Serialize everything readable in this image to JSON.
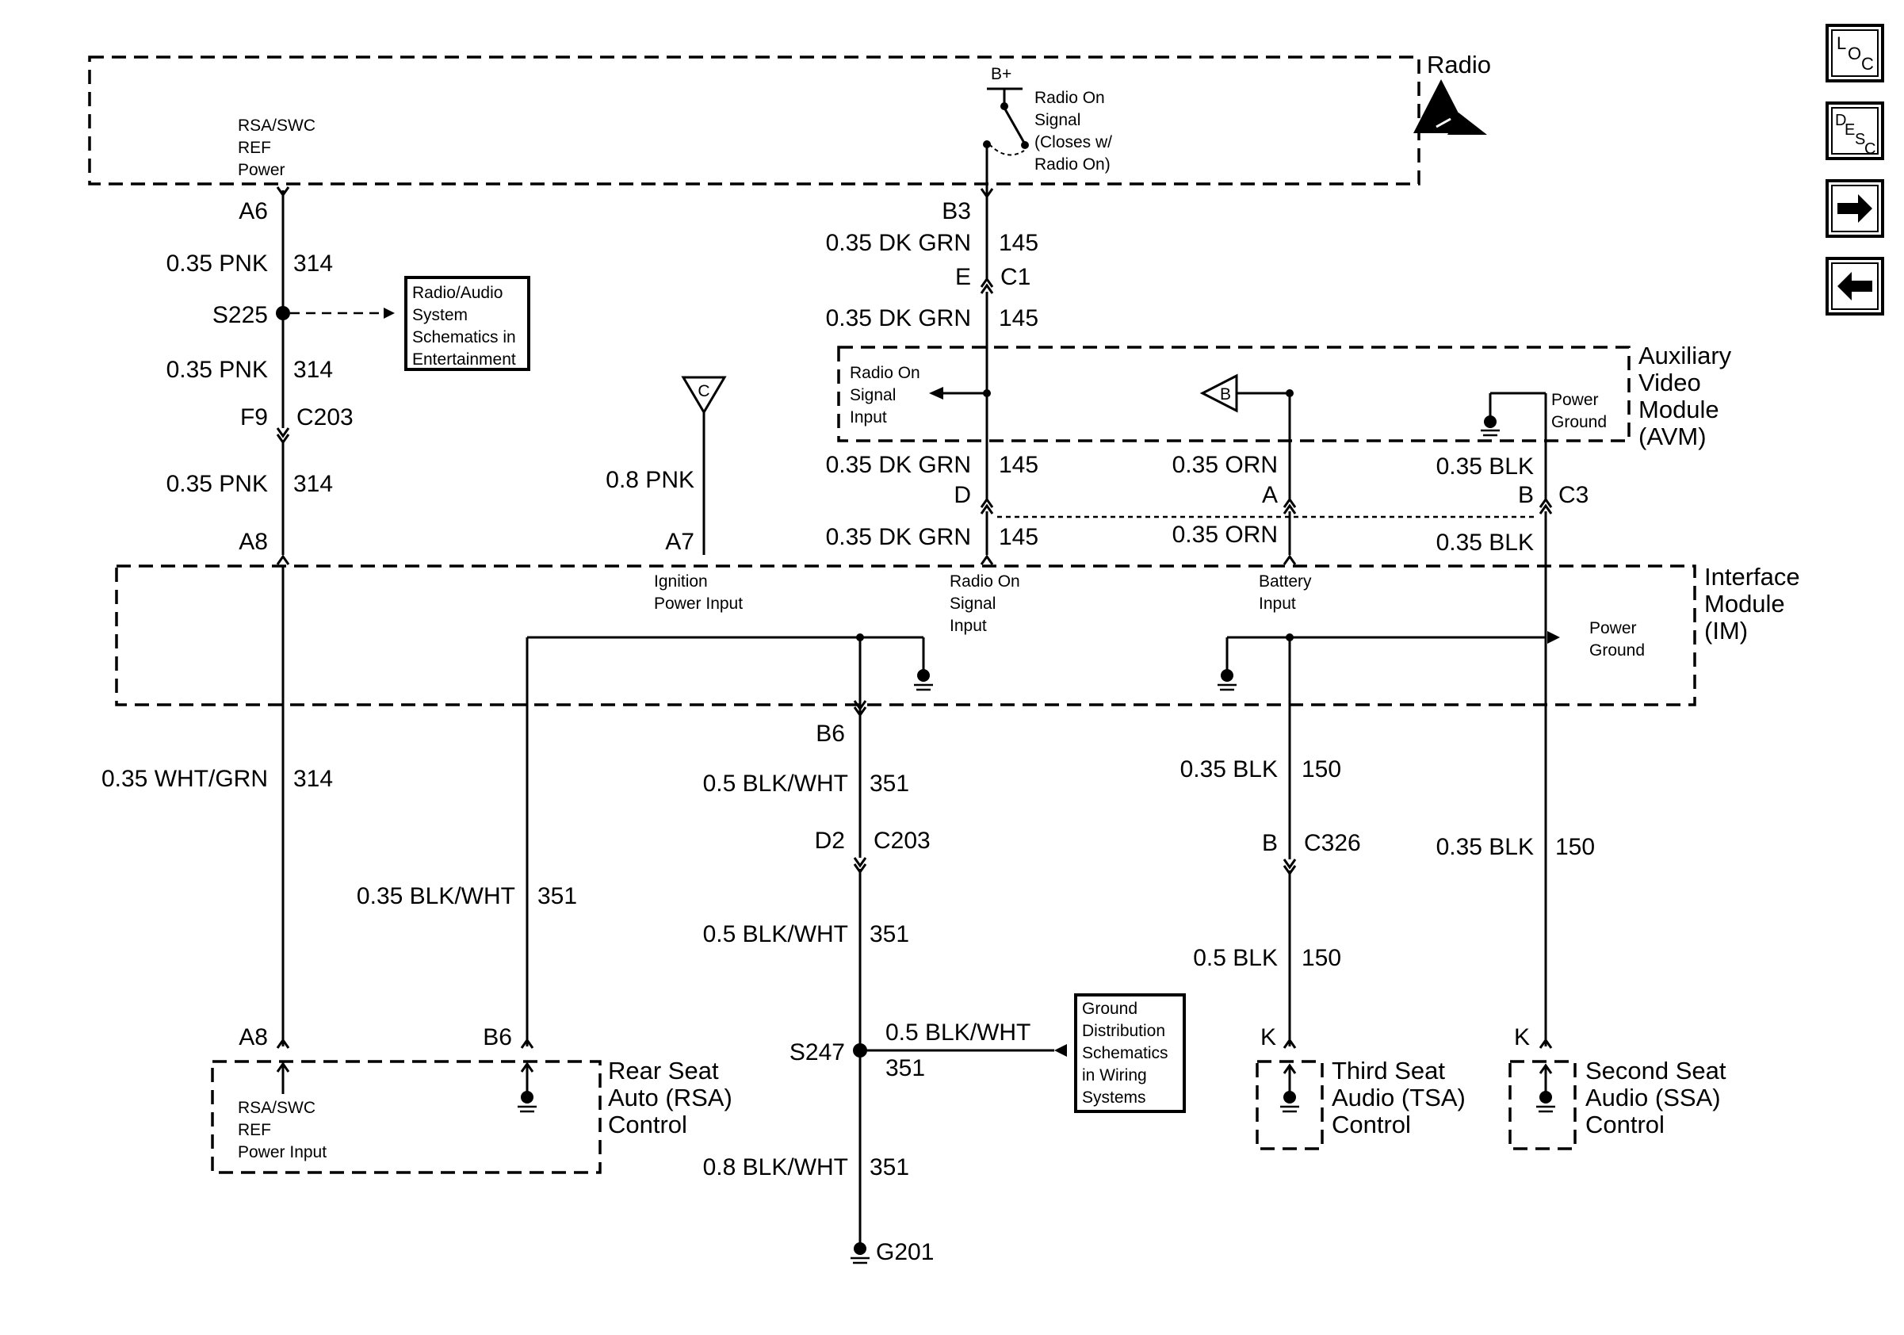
{
  "modules": {
    "radio": "Radio",
    "avm": [
      "Auxiliary",
      "Video",
      "Module",
      "(AVM)"
    ],
    "im": [
      "Interface",
      "Module",
      "(IM)"
    ],
    "rsa": [
      "Rear Seat",
      "Auto (RSA)",
      "Control"
    ],
    "tsa": [
      "Third Seat",
      "Audio (TSA)",
      "Control"
    ],
    "ssa": [
      "Second Seat",
      "Audio (SSA)",
      "Control"
    ]
  },
  "internal_labels": {
    "rsa_swc_ref_power": [
      "RSA/SWC",
      "REF",
      "Power"
    ],
    "b_plus": "B+",
    "radio_on_signal_switch": [
      "Radio On",
      "Signal",
      "(Closes w/",
      "Radio On)"
    ],
    "avm_radio_on_input": [
      "Radio On",
      "Signal",
      "Input"
    ],
    "avm_power_ground": [
      "Power",
      "Ground"
    ],
    "im_ignition_power_input": [
      "Ignition",
      "Power Input"
    ],
    "im_radio_on_input": [
      "Radio On",
      "Signal",
      "Input"
    ],
    "im_battery_input": [
      "Battery",
      "Input"
    ],
    "im_power_ground": [
      "Power",
      "Ground"
    ],
    "rsa_ref_power_input": [
      "RSA/SWC",
      "REF",
      "Power Input"
    ]
  },
  "references": {
    "radio_audio": [
      "Radio/Audio",
      "System",
      "Schematics in",
      "Entertainment"
    ],
    "ground_distribution": [
      "Ground",
      "Distribution",
      "Schematics",
      "in Wiring",
      "Systems"
    ]
  },
  "offpage": {
    "c": "C",
    "b": "B"
  },
  "terminals": {
    "radio_a6": "A6",
    "radio_b3": "B3",
    "c1_e": "E",
    "c1_name": "C1",
    "s225": "S225",
    "c203_f9": "F9",
    "c203_name": "C203",
    "im_a8": "A8",
    "im_a7": "A7",
    "c3_d": "D",
    "c3_a": "A",
    "c3_b": "B",
    "c3_name": "C3",
    "im_b6": "B6",
    "c203_d2": "D2",
    "c203_name_2": "C203",
    "c326_b": "B",
    "c326_name": "C326",
    "rsa_a8": "A8",
    "rsa_b6": "B6",
    "s247": "S247",
    "g201": "G201",
    "tsa_k": "K",
    "ssa_k": "K"
  },
  "wires": {
    "pnk_1": {
      "gauge_color": "0.35 PNK",
      "circuit": "314"
    },
    "pnk_2": {
      "gauge_color": "0.35 PNK",
      "circuit": "314"
    },
    "pnk_3": {
      "gauge_color": "0.35 PNK",
      "circuit": "314"
    },
    "wht_grn": {
      "gauge_color": "0.35 WHT/GRN",
      "circuit": "314"
    },
    "ign_pnk": {
      "gauge_color": "0.8 PNK"
    },
    "dkgrn_1": {
      "gauge_color": "0.35 DK GRN",
      "circuit": "145"
    },
    "dkgrn_2": {
      "gauge_color": "0.35 DK GRN",
      "circuit": "145"
    },
    "dkgrn_3": {
      "gauge_color": "0.35 DK GRN",
      "circuit": "145"
    },
    "dkgrn_4": {
      "gauge_color": "0.35 DK GRN",
      "circuit": "145"
    },
    "orn_1": {
      "gauge_color": "0.35 ORN"
    },
    "orn_2": {
      "gauge_color": "0.35 ORN"
    },
    "blk_1": {
      "gauge_color": "0.35 BLK"
    },
    "blk_2": {
      "gauge_color": "0.35 BLK"
    },
    "blkwht_rsa": {
      "gauge_color": "0.35 BLK/WHT",
      "circuit": "351"
    },
    "blkwht_1": {
      "gauge_color": "0.5 BLK/WHT",
      "circuit": "351"
    },
    "blkwht_2": {
      "gauge_color": "0.5 BLK/WHT",
      "circuit": "351"
    },
    "blkwht_s247": {
      "gauge_color": "0.5 BLK/WHT",
      "circuit": "351"
    },
    "blkwht_3": {
      "gauge_color": "0.8 BLK/WHT",
      "circuit": "351"
    },
    "blk150_1": {
      "gauge_color": "0.35 BLK",
      "circuit": "150"
    },
    "blk150_2": {
      "gauge_color": "0.5 BLK",
      "circuit": "150"
    },
    "blk150_3": {
      "gauge_color": "0.35 BLK",
      "circuit": "150"
    }
  },
  "nav": {
    "loc": [
      "L",
      "O",
      "C"
    ],
    "desc": [
      "D",
      "E",
      "S",
      "C"
    ]
  }
}
